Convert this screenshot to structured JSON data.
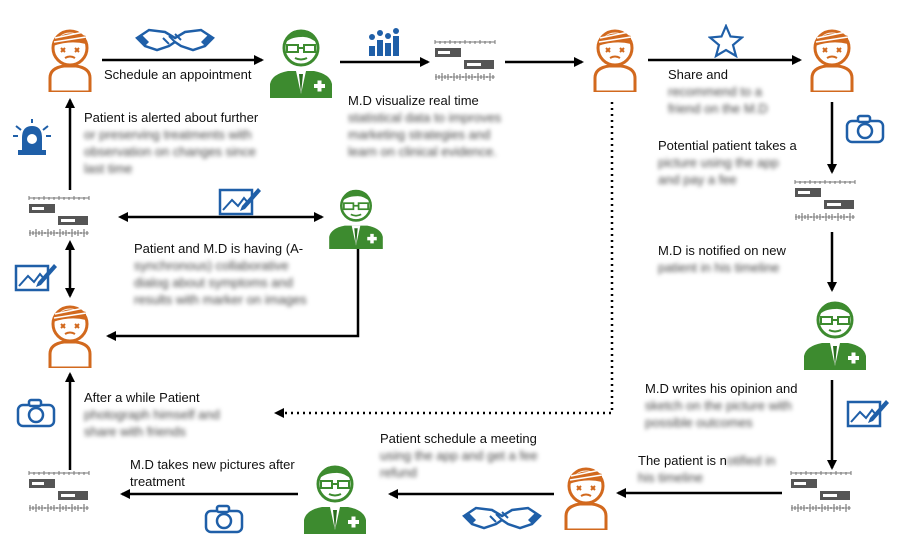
{
  "steps": {
    "schedule": {
      "line1": "Schedule an appointment"
    },
    "visualize": {
      "line1": "M.D visualize real time",
      "blurred": [
        "statistical data to improves",
        "marketing strategies and",
        "learn on clinical evidence."
      ]
    },
    "share": {
      "line1": "Share and",
      "blurred": [
        "recommend to a",
        "friend on the M.D"
      ]
    },
    "potential": {
      "line1": "Potential patient takes a",
      "blurred": [
        "picture using the app",
        "and pay a fee"
      ]
    },
    "notified": {
      "line1": "M.D is notified on new",
      "blurred": [
        "patient in his timeline"
      ]
    },
    "opinion": {
      "line1": "M.D writes his opinion and",
      "blurred": [
        "sketch on the picture with",
        "possible outcomes"
      ]
    },
    "patient_notified": {
      "line1": "The patient is n",
      "line1_blurred": "otified in",
      "blurred": [
        "his timeline"
      ]
    },
    "meeting": {
      "line1": "Patient schedule a meeting",
      "blurred": [
        "using the app and get a fee",
        "refund"
      ]
    },
    "newpics": {
      "line1": "M.D takes new pictures after",
      "line2": "treatment"
    },
    "after": {
      "line1": "After a while Patient",
      "blurred": [
        "photograph himself and",
        "share with friends"
      ]
    },
    "collab": {
      "line1": "Patient and M.D is having (A-",
      "blurred": [
        "synchronous) collaborative",
        "dialog about symptoms and",
        "results with marker on images"
      ]
    },
    "alerted": {
      "line1": "Patient is alerted about further",
      "blurred": [
        "or preserving treatments with",
        "observation on changes since",
        "last time"
      ]
    }
  },
  "colors": {
    "patient": "#d2691e",
    "doctor": "#3d8b2f",
    "icon_blue": "#1f5fa8",
    "arrow": "#000000"
  }
}
